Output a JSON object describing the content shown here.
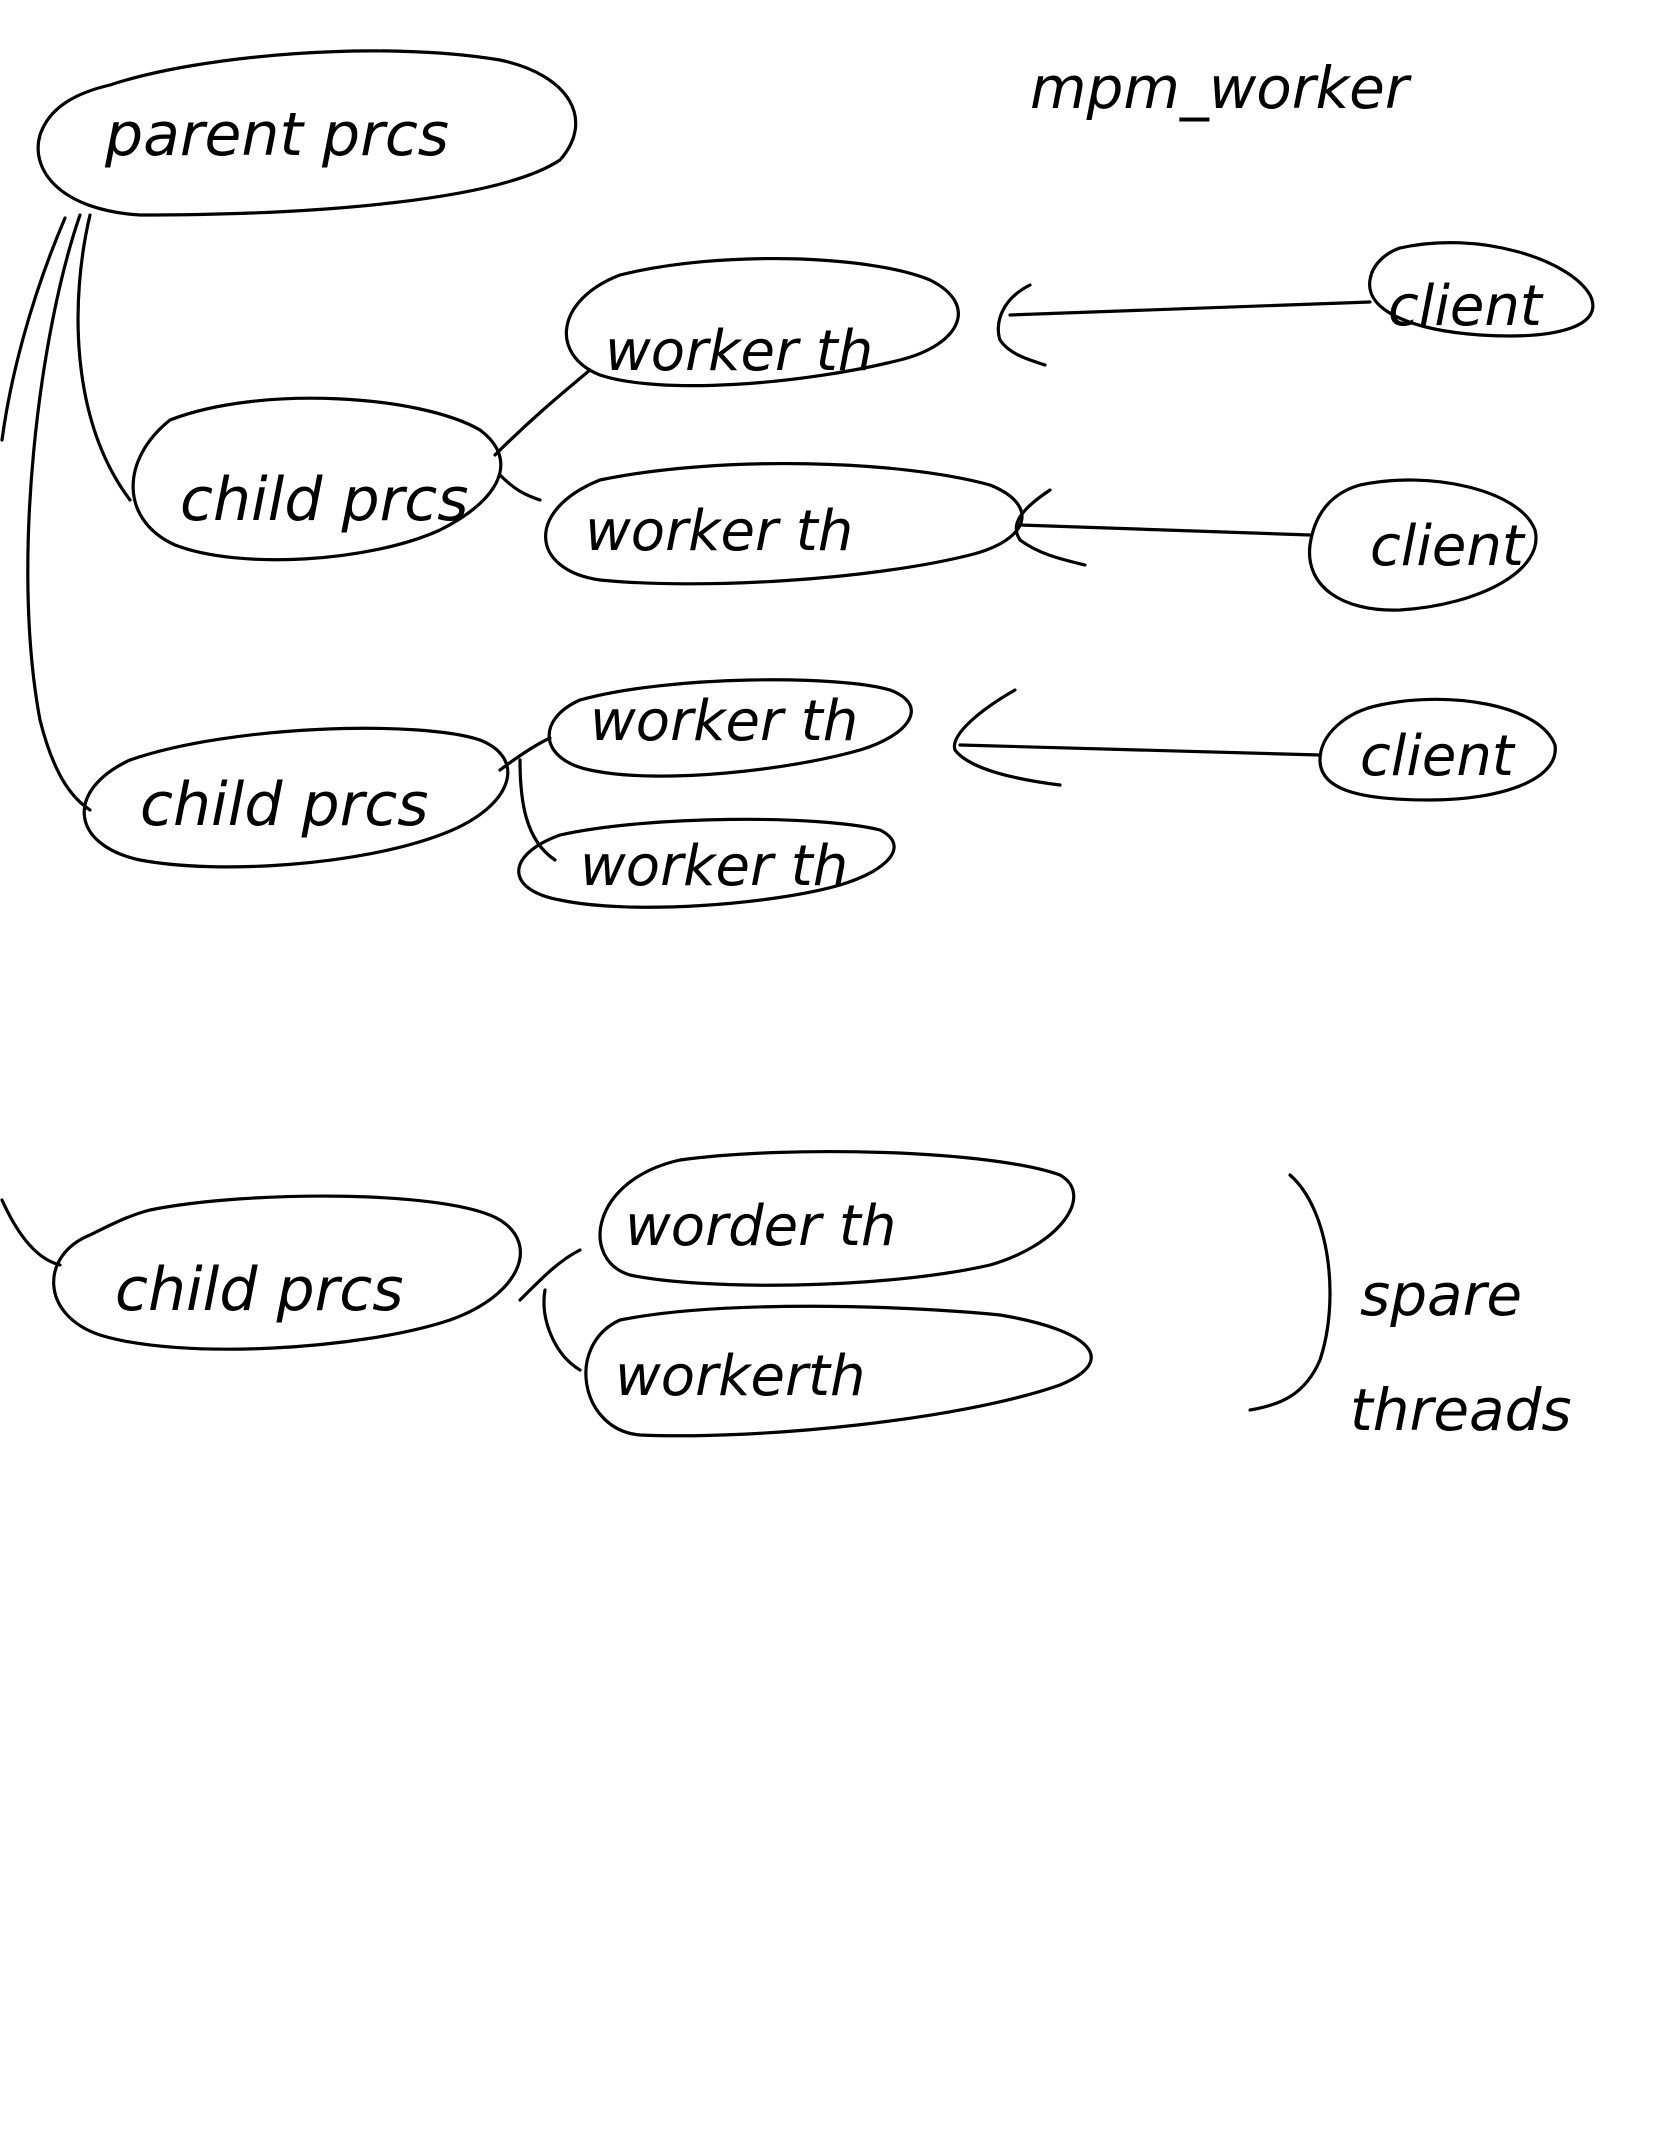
{
  "diagram": {
    "title": "mpm_worker",
    "nodes": {
      "parent": "parent prcs",
      "child_1": "child prcs",
      "child_2": "child prcs",
      "child_3": "child prcs",
      "worker_1a": "worker th",
      "worker_1b": "worker th",
      "worker_2a": "worker th",
      "worker_2b": "worker th",
      "worker_3a": "worder th",
      "worker_3b": "workerth",
      "client_1": "client",
      "client_2": "client",
      "client_3": "client"
    },
    "annotation": {
      "line1": "spare",
      "line2": "threads"
    },
    "colors": {
      "ink": "#000000",
      "paper": "#ffffff"
    }
  }
}
